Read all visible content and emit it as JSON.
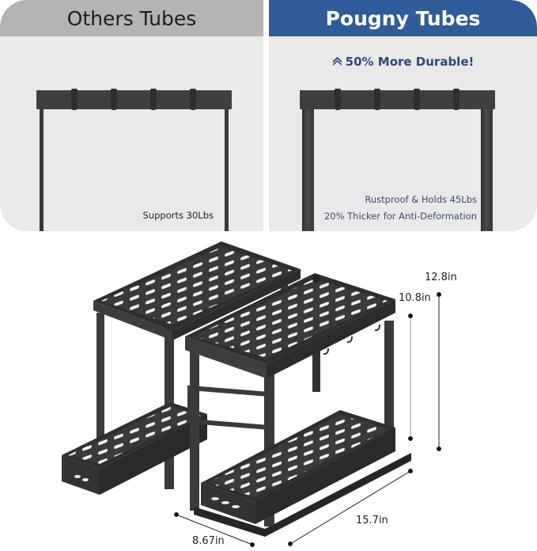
{
  "comparison": {
    "left": {
      "title": "Others Tubes",
      "caption": "Supports 30Lbs",
      "header_color": "#b4b4b4"
    },
    "right": {
      "title": "Pougny Tubes",
      "highlight": "50% More Durable!",
      "highlight_icon": "double-chevron-up-icon",
      "caption_1": "Rustproof & Holds 45Lbs",
      "caption_2": "20% Thicker for Anti-Deformation",
      "header_color": "#2f5d9a"
    }
  },
  "product": {
    "dimensions": {
      "height_total": "12.8in",
      "height_inner": "10.8in",
      "width": "15.7in",
      "depth": "8.67in"
    }
  }
}
